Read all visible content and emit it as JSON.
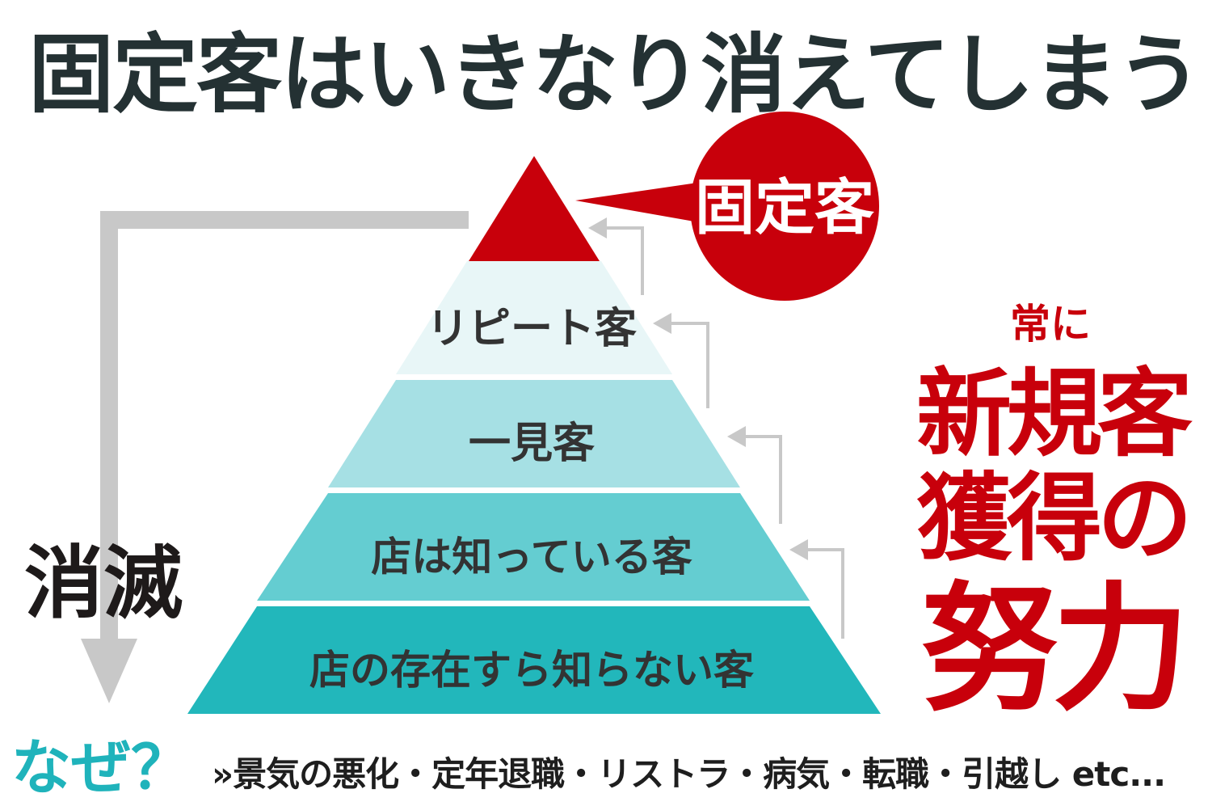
{
  "title": "固定客はいきなり消えてしまう",
  "pyramid": {
    "top_label": "固定客",
    "tiers": [
      "リピート客",
      "一見客",
      "店は知っている客",
      "店の存在すら知らない客"
    ]
  },
  "side_left": "消滅",
  "side_right": {
    "line1": "常に",
    "line2": "新規客",
    "line3": "獲得の",
    "line4": "努力"
  },
  "bottom": {
    "why": "なぜ？",
    "reasons": "»景気の悪化・定年退職・リストラ・病気・転職・引越し etc..."
  },
  "colors": {
    "title": "#243133",
    "red": "#c8000b",
    "tier1": "#e8f6f7",
    "tier2": "#a6e0e4",
    "tier3": "#64cdd1",
    "tier4": "#22b7bb",
    "tier_text": "#333333",
    "gray_arrow": "#c8c8c8",
    "why": "#1fb3bb"
  }
}
